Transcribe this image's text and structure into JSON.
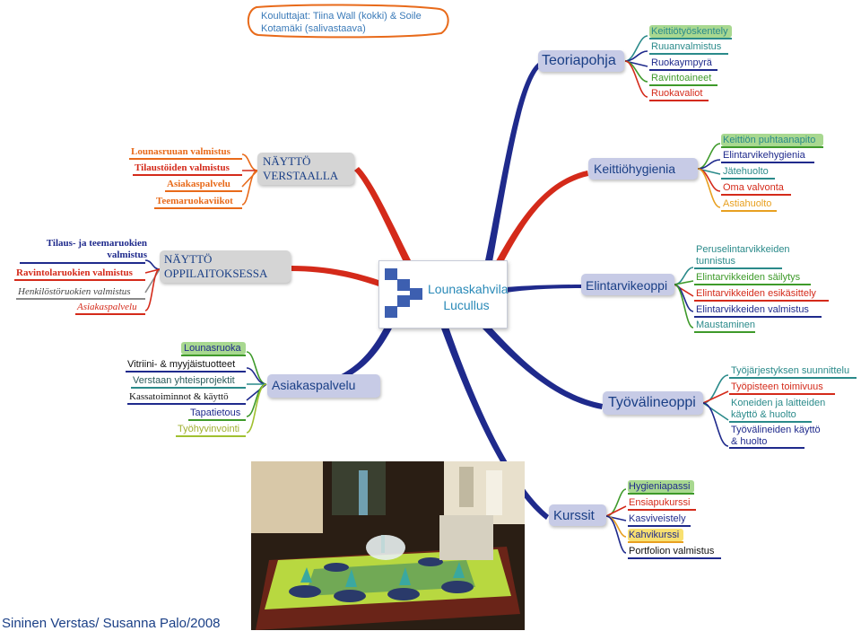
{
  "center": {
    "line1": "Lounaskahvila",
    "line2": "Lucullus"
  },
  "trainers": "Kouluttajat: Tiina Wall (kokki) & Soile Kotamäki (salivastaava)",
  "footer": "Sininen Verstas/ Susanna Palo/2008",
  "branches": {
    "teoriapohja": {
      "label": "Teoriapohja",
      "items": [
        "Keittiötyöskentely",
        "Ruuanvalmistus",
        "Ruokaympyrä",
        "Ravintoaineet",
        "Ruokavaliot"
      ]
    },
    "keittiohygienia": {
      "label": "Keittiöhygienia",
      "items": [
        "Keittiön puhtaanapito",
        "Elintarvikehygienia",
        "Jätehuolto",
        "Oma valvonta",
        "Astiahuolto"
      ]
    },
    "elintarvikeoppi": {
      "label": "Elintarvikeoppi",
      "items": [
        "Peruselintarvikkeiden tunnistus",
        "Elintarvikkeiden säilytys",
        "Elintarvikkeiden esikäsittely",
        "Elintarvikkeiden valmistus",
        "Maustaminen"
      ]
    },
    "tyovalineoppi": {
      "label": "Työvälineoppi",
      "items": [
        "Työjärjestyksen suunnittelu",
        "Työpisteen toimivuus",
        "Koneiden ja laitteiden käyttö & huolto",
        "Työvälineiden käyttö & huolto"
      ]
    },
    "kurssit": {
      "label": "Kurssit",
      "items": [
        "Hygieniapassi",
        "Ensiapukurssi",
        "Kasviveistely",
        "Kahvikurssi",
        "Portfolion valmistus"
      ]
    },
    "asiakaspalvelu": {
      "label": "Asiakaspalvelu",
      "items": [
        "Lounasruoka",
        "Vitriini- & myyjäistuotteet",
        "Verstaan yhteisprojektit",
        "Kassatoiminnot & käyttö",
        "Tapatietous",
        "Työhyvinvointi"
      ]
    },
    "naytto_oppilaitos": {
      "label": "NÄYTTÖ OPPILAITOKSESSA",
      "items": [
        "Tilaus- ja teemaruokien valmistus",
        "Ravintolaruokien valmistus",
        "Henkilöstöruokien valmistus",
        "Asiakaspalvelu"
      ]
    },
    "naytto_verstas": {
      "label": "NÄYTTÖ VERSTAALLA",
      "items": [
        "Lounasruuan valmistus",
        "Tilaustöiden valmistus",
        "Asiakaspalvelu",
        "Teemaruokaviikot"
      ]
    }
  },
  "colors": {
    "title_blue": "#1a3f86",
    "link_blue": "#1f2a8c",
    "link_red": "#d42a1a",
    "link_green": "#3e9a2a",
    "teal": "#2a8a8a",
    "orange": "#e86a1a",
    "topic_fill": "#c7cbe6",
    "grey_fill": "#d5d5d5"
  }
}
